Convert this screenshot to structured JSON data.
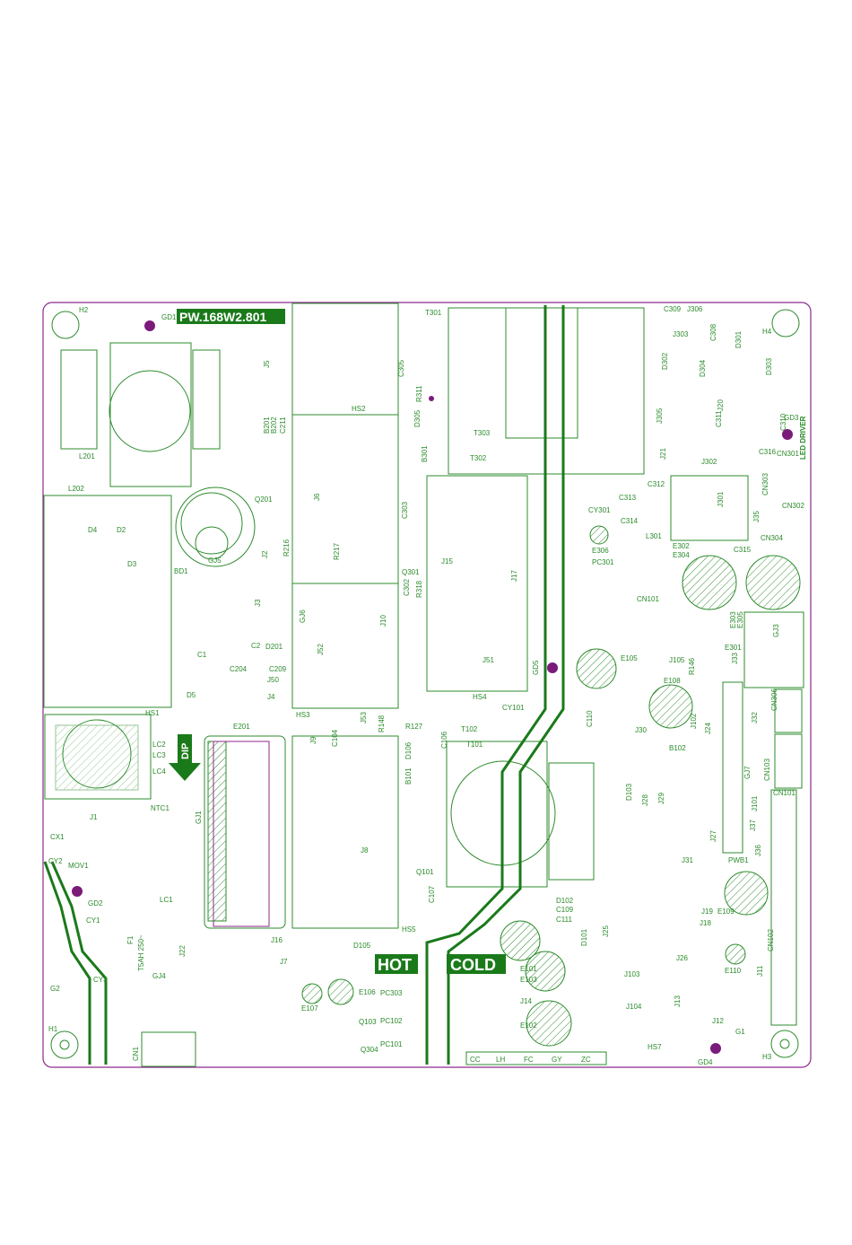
{
  "board": {
    "model": "PW.168W2.801",
    "region_hot": "HOT",
    "region_cold": "COLD",
    "dip_marker": "DIP",
    "led_driver": "LED DRIVER",
    "connector_pins": [
      "CC",
      "LH",
      "FC",
      "GY",
      "ZC"
    ],
    "fuse_rating": "T5AH 250~",
    "colors": {
      "trace": "#2e8b2e",
      "edge": "#8c2a8c",
      "mounting_hole": "#7a1a7a",
      "label_bg": "#1a7a1a"
    }
  },
  "designators": {
    "H2": "H2",
    "GD1": "GD1",
    "L201": "L201",
    "L202": "L202",
    "J5": "J5",
    "HS2": "HS2",
    "T301": "T301",
    "C309": "C309",
    "J306": "J306",
    "H4": "H4",
    "J303": "J303",
    "C308": "C308",
    "D301": "D301",
    "D302": "D302",
    "D304": "D304",
    "D303": "D303",
    "GD3": "GD3",
    "C310": "C310",
    "J305": "J305",
    "C311": "C311",
    "J20": "J20",
    "J21": "J21",
    "J302": "J302",
    "C316": "C316",
    "CN301": "CN301",
    "CN303": "CN303",
    "CN302": "CN302",
    "C305": "C305",
    "R311": "R311",
    "D305": "D305",
    "T303": "T303",
    "T302": "T302",
    "B301": "B301",
    "B201": "B201",
    "B202": "B202",
    "C211": "C211",
    "Q201": "Q201",
    "J6": "J6",
    "C303": "C303",
    "C312": "C312",
    "C313": "C313",
    "C314": "C314",
    "CY301": "CY301",
    "J301": "J301",
    "L301": "L301",
    "J35": "J35",
    "CN304": "CN304",
    "D4": "D4",
    "D2": "D2",
    "D3": "D3",
    "BD1": "BD1",
    "GJ5": "GJ5",
    "J2": "J2",
    "R216": "R216",
    "R217": "R217",
    "J15": "J15",
    "J17": "J17",
    "E306": "E306",
    "PC301": "PC301",
    "E302": "E302",
    "E304": "E304",
    "C315": "C315",
    "Q301": "Q301",
    "C302": "C302",
    "R318": "R318",
    "CN101": "CN101",
    "J3": "J3",
    "GJ6": "GJ6",
    "J10": "J10",
    "E303": "E303",
    "E305": "E305",
    "GJ3": "GJ3",
    "C1": "C1",
    "C2": "C2",
    "D201": "D201",
    "C204": "C204",
    "C209": "C209",
    "J52": "J52",
    "J51": "J51",
    "GD5": "GD5",
    "E105": "E105",
    "J105": "J105",
    "R146": "R146",
    "E301": "E301",
    "J33": "J33",
    "D5": "D5",
    "J50": "J50",
    "J4": "J4",
    "HS4": "HS4",
    "CY101": "CY101",
    "E108": "E108",
    "CN306": "CN306",
    "HS1": "HS1",
    "HS3": "HS3",
    "E201": "E201",
    "J53": "J53",
    "R148": "R148",
    "R127": "R127",
    "T102": "T102",
    "C110": "C110",
    "J30": "J30",
    "J102": "J102",
    "J24": "J24",
    "J32": "J32",
    "LC2": "LC2",
    "LC3": "LC3",
    "LC4": "LC4",
    "J9": "J9",
    "C104": "C104",
    "C106": "C106",
    "T101": "T101",
    "B101": "B101",
    "D106": "D106",
    "B102": "B102",
    "GJ7": "GJ7",
    "CN103": "CN103",
    "NTC1": "NTC1",
    "GJ1": "GJ1",
    "D103": "D103",
    "J28": "J28",
    "J29": "J29",
    "CN101b": "CN101",
    "J101": "J101",
    "J1": "J1",
    "CX1": "CX1",
    "J8": "J8",
    "J37": "J37",
    "J27": "J27",
    "CY2": "CY2",
    "MOV1": "MOV1",
    "J31": "J31",
    "PWB1": "PWB1",
    "J36": "J36",
    "GD2": "GD2",
    "LC1": "LC1",
    "Q101": "Q101",
    "C107": "C107",
    "D102": "D102",
    "C109": "C109",
    "C111": "C111",
    "CY1": "CY1",
    "HS5": "HS5",
    "J19": "J19",
    "E109": "E109",
    "J18": "J18",
    "CN102": "CN102",
    "F1": "F1",
    "J22": "J22",
    "J16": "J16",
    "D105": "D105",
    "D101": "D101",
    "J25": "J25",
    "J26": "J26",
    "CY3": "CY3",
    "J7": "J7",
    "E101": "E101",
    "E103": "E103",
    "E110": "E110",
    "J11": "J11",
    "GJ4": "GJ4",
    "G2": "G2",
    "E107": "E107",
    "E106": "E106",
    "PC303": "PC303",
    "J14": "J14",
    "J103": "J103",
    "J13": "J13",
    "J104": "J104",
    "H1": "H1",
    "Q103": "Q103",
    "PC102": "PC102",
    "E102": "E102",
    "J12": "J12",
    "G1": "G1",
    "CN1": "CN1",
    "Q304": "Q304",
    "PC101": "PC101",
    "HS7": "HS7",
    "GD4": "GD4",
    "H3": "H3"
  }
}
